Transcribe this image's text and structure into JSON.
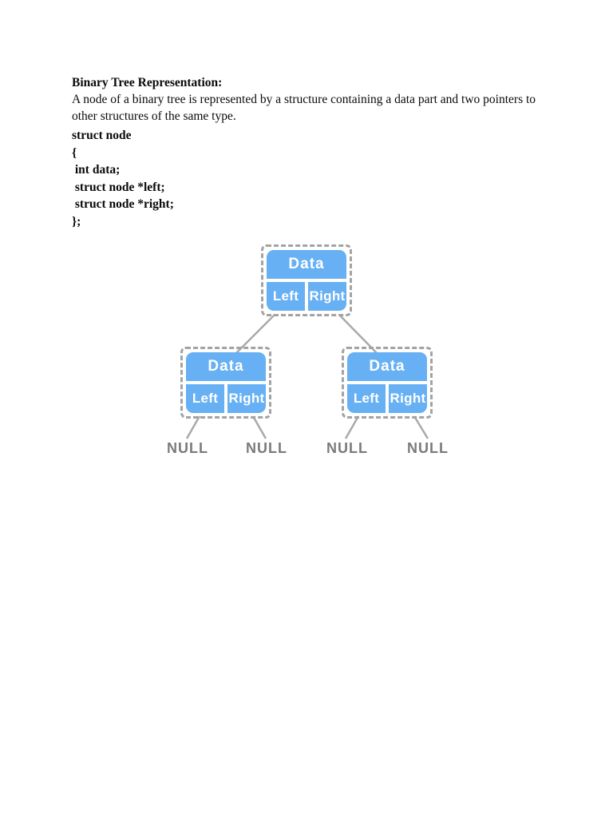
{
  "document": {
    "heading": "Binary Tree Representation:",
    "paragraph_lines": [
      "A node of a binary tree is represented by a structure containing a data part and two pointers to",
      "other structures of the same type."
    ],
    "code_lines": [
      "struct node",
      "{",
      " int data;",
      " struct node *left;",
      " struct node *right;",
      "};"
    ]
  },
  "diagram": {
    "nodes": [
      {
        "id": "root",
        "data": "Data",
        "left": "Left",
        "right": "Right"
      },
      {
        "id": "left-child",
        "data": "Data",
        "left": "Left",
        "right": "Right"
      },
      {
        "id": "right-child",
        "data": "Data",
        "left": "Left",
        "right": "Right"
      }
    ],
    "edges": [
      {
        "from": "root.left",
        "to": "left-child"
      },
      {
        "from": "root.right",
        "to": "right-child"
      },
      {
        "from": "left-child.left",
        "to": "null-1"
      },
      {
        "from": "left-child.right",
        "to": "null-2"
      },
      {
        "from": "right-child.left",
        "to": "null-3"
      },
      {
        "from": "right-child.right",
        "to": "null-4"
      }
    ],
    "null_labels": [
      "NULL",
      "NULL",
      "NULL",
      "NULL"
    ],
    "colors": {
      "node_fill": "#67b0f4",
      "node_text": "#ffffff",
      "dashed_border": "#a3a3a3",
      "connector": "#a9a9a9",
      "null_text": "#7a7a7a"
    }
  }
}
